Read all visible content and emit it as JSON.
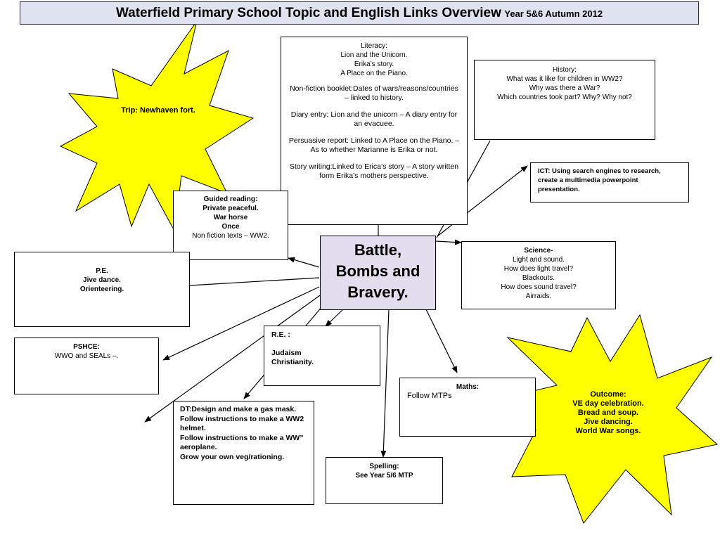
{
  "title": {
    "main": "Waterfield Primary School Topic and English Links Overview",
    "sub": "Year 5&6 Autumn 2012"
  },
  "central": {
    "lines": [
      "Battle,",
      "Bombs and",
      "Bravery."
    ]
  },
  "trip": {
    "text": "Trip: Newhaven fort."
  },
  "outcome": {
    "lines": [
      "Outcome:",
      "VE day celebration.",
      "Bread and soup.",
      "Jive dancing.",
      "World War songs."
    ]
  },
  "literacy": {
    "heading": "Literacy:",
    "intro": [
      "Lion and the Unicorn.",
      "Erika’s story.",
      "A Place on the Piano."
    ],
    "paragraphs": [
      "Non-fiction booklet:Dates of wars/reasons/countries – linked to history.",
      "Diary entry: Lion and the unicorn – A diary entry for an evacuee.",
      "Persuasive report: Linked to A Place on the Piano. – As to whether Marianne is Erika or not.",
      "Story writing:Linked to Erica’s story – A story written form Erika’s mothers perspective."
    ]
  },
  "history": {
    "heading": "History:",
    "lines": [
      "What was it like for children in WW2?",
      "Why was there a War?",
      "Which countries took part? Why? Why not?"
    ]
  },
  "ict": {
    "text": "ICT: Using search engines to research, create a multimedia powerpoint presentation."
  },
  "guided_reading": {
    "heading": "Guided reading:",
    "lines": [
      "Private peaceful.",
      "War horse",
      "Once",
      "Non fiction texts – WW2."
    ]
  },
  "pe": {
    "lines": [
      "P.E.",
      "Jive dance.",
      "Orienteering."
    ]
  },
  "science": {
    "heading": "Science-",
    "lines": [
      "Light and sound.",
      "How does light travel?",
      "Blackouts.",
      "How does sound travel?",
      "Airraids."
    ]
  },
  "pshce": {
    "heading": "PSHCE:",
    "text": "WWO and SEALs –."
  },
  "re": {
    "heading": "R.E. :",
    "lines": [
      "Judaism",
      "Christianity."
    ]
  },
  "maths": {
    "heading": "Maths:",
    "text": "Follow MTPs"
  },
  "dt": {
    "lines": [
      "DT:Design and make a gas mask.",
      "Follow instructions to make a WW2 helmet.",
      "Follow instructions to make a WW” aeroplane.",
      "Grow your own veg/rationing."
    ]
  },
  "spelling": {
    "heading": "Spelling:",
    "text": "See Year 5/6 MTP"
  },
  "colors": {
    "star_fill": "#ffff00",
    "center_fill": "#e2ddef",
    "title_fill": "#dfe3ef"
  }
}
